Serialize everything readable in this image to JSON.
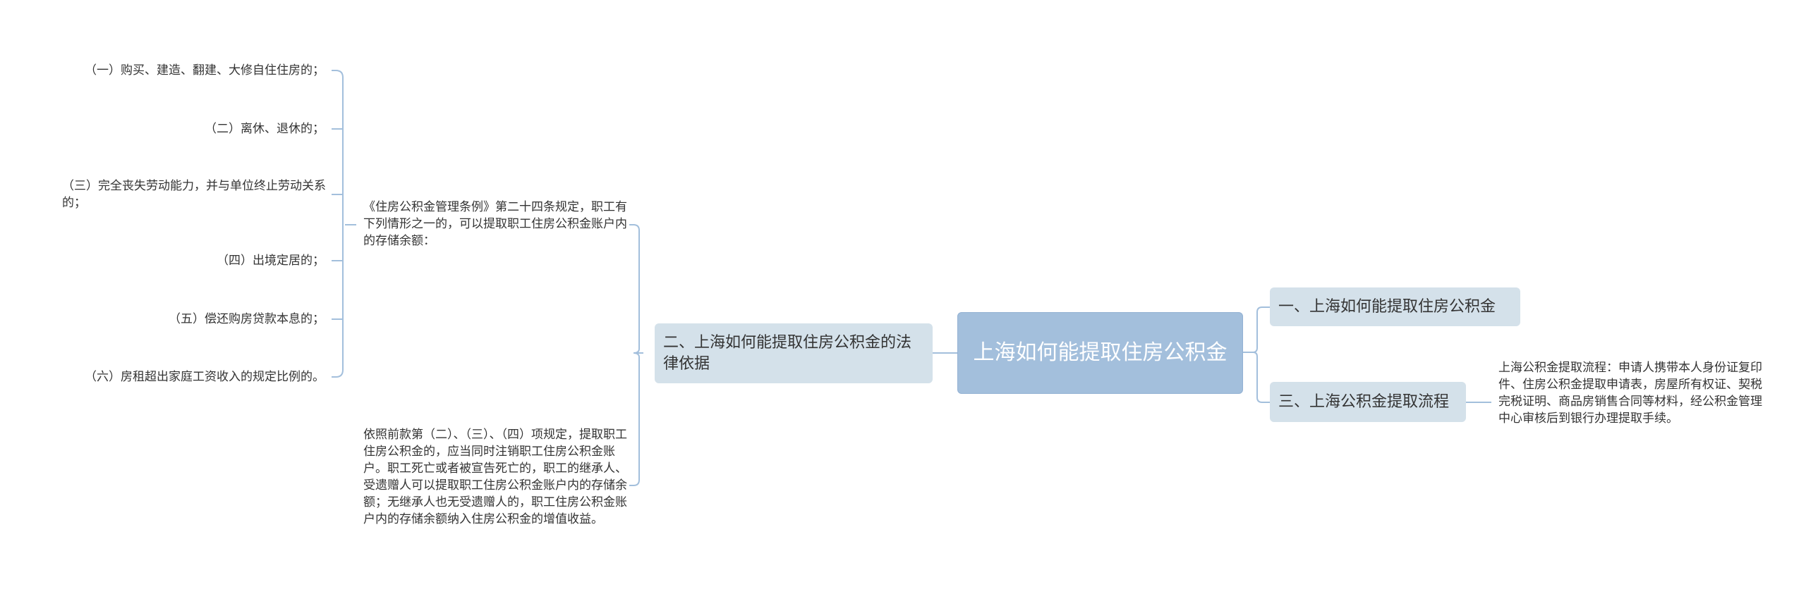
{
  "root": {
    "label": "上海如何能提取住房公积金"
  },
  "branches": {
    "b1": {
      "label": "一、上海如何能提取住房公积金"
    },
    "b2": {
      "label": "二、上海如何能提取住房公积金的法律依据",
      "children": {
        "regulation": "《住房公积金管理条例》第二十四条规定，职工有下列情形之一的，可以提取职工住房公积金账户内的存储余额：",
        "items": [
          "（一）购买、建造、翻建、大修自住住房的；",
          "（二）离休、退休的；",
          "（三）完全丧失劳动能力，并与单位终止劳动关系的；",
          "（四）出境定居的；",
          "（五）偿还购房贷款本息的；",
          "（六）房租超出家庭工资收入的规定比例的。"
        ],
        "supplement": "依照前款第（二）、（三）、（四）项规定，提取职工住房公积金的，应当同时注销职工住房公积金账户。职工死亡或者被宣告死亡的，职工的继承人、受遗赠人可以提取职工住房公积金账户内的存储余额；无继承人也无受遗赠人的，职工住房公积金账户内的存储余额纳入住房公积金的增值收益。"
      }
    },
    "b3": {
      "label": "三、上海公积金提取流程",
      "detail": "上海公积金提取流程：申请人携带本人身份证复印件、住房公积金提取申请表，房屋所有权证、契税完税证明、商品房销售合同等材料，经公积金管理中心审核后到银行办理提取手续。"
    }
  },
  "colors": {
    "root_fill": "#a3bfdc",
    "branch_fill": "#d4e1ea",
    "connector": "#a3bfdc",
    "text": "#333333"
  }
}
